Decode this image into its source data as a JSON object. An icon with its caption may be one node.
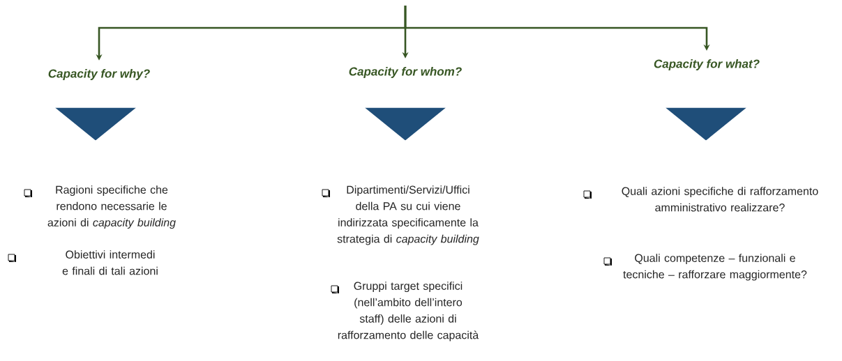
{
  "diagram": {
    "nodes": [
      {
        "text": [
          "Capacity for why?"
        ]
      },
      {
        "text": [
          "Capacity for whom?"
        ]
      },
      {
        "text": [
          "Capacity for what?"
        ]
      },
      {
        "text": [],
        "shape": "triangle"
      },
      {
        "text": [],
        "shape": "triangle"
      },
      {
        "text": [],
        "shape": "triangle"
      }
    ],
    "edges": [
      {
        "from": null,
        "to": 0,
        "arrow": "to"
      },
      {
        "from": null,
        "to": 1,
        "arrow": "to"
      },
      {
        "from": null,
        "to": 2,
        "arrow": "to"
      }
    ],
    "labels": [
      "Ragioni specifiche che rendono necessarie le azioni di *capacity building*",
      "Obiettivi intermedi e finali di tali azioni",
      "Dipartimenti/Servizi/Uffici della PA su cui viene indirizzata specificamente la strategia di *capacity building*",
      "Gruppi target specifici (nell’ambito dell’intero staff) delle azioni di rafforzamento delle capacità",
      "Quali azioni specifiche di rafforzamento amministrativo realizzare?",
      "Quali competenze – funzionali e tecniche – rafforzare maggiormente?"
    ]
  }
}
